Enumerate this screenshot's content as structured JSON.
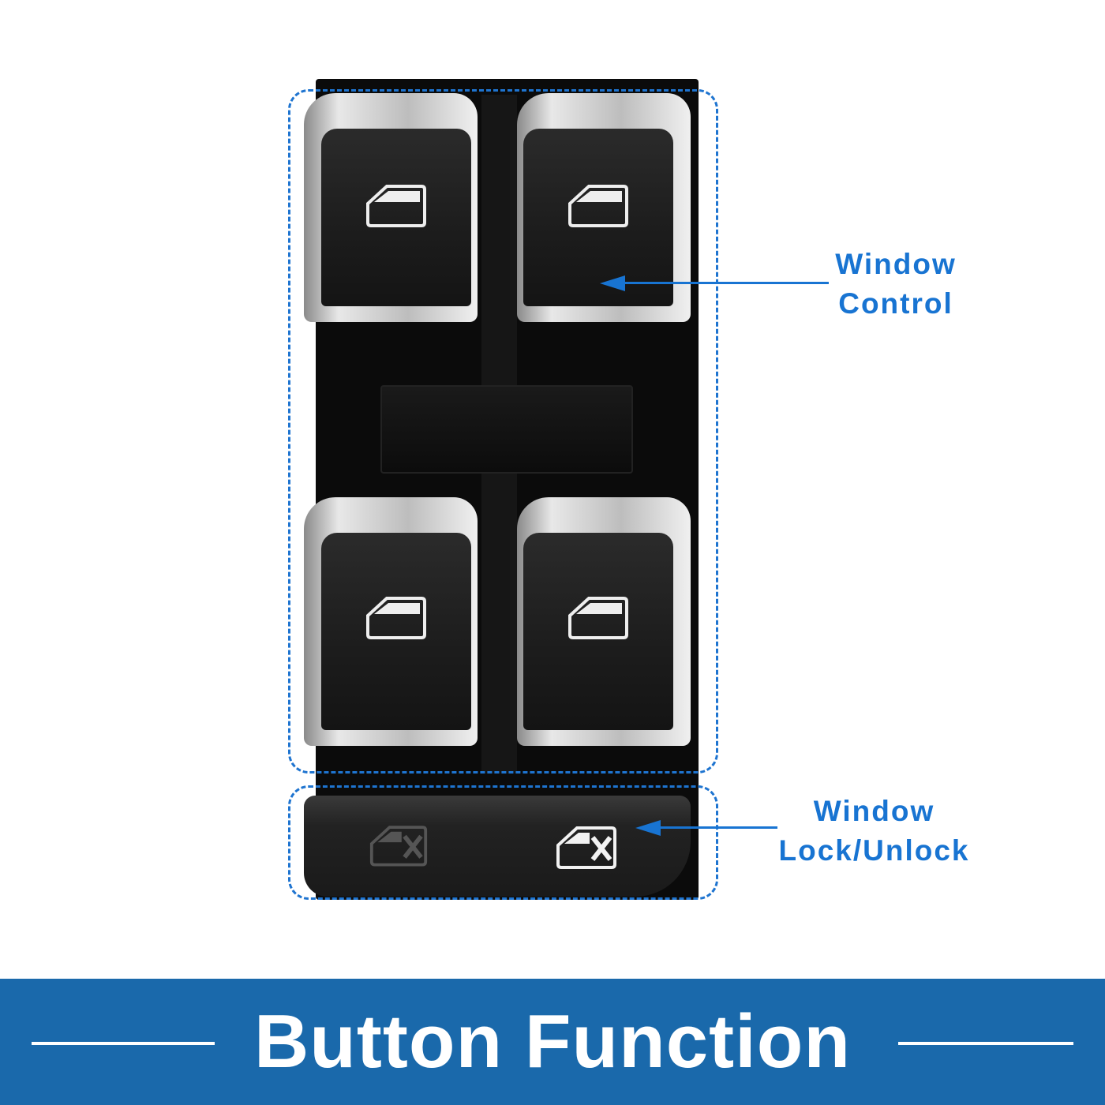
{
  "annotations": {
    "window_control": {
      "line1": "Window",
      "line2": "Control"
    },
    "window_lock": {
      "line1": "Window",
      "line2": "Lock/Unlock"
    }
  },
  "banner": {
    "title": "Button Function"
  },
  "colors": {
    "accent": "#1874d2",
    "banner": "#1a69ab"
  },
  "icons": [
    "door-window-icon",
    "door-lock-icon"
  ]
}
